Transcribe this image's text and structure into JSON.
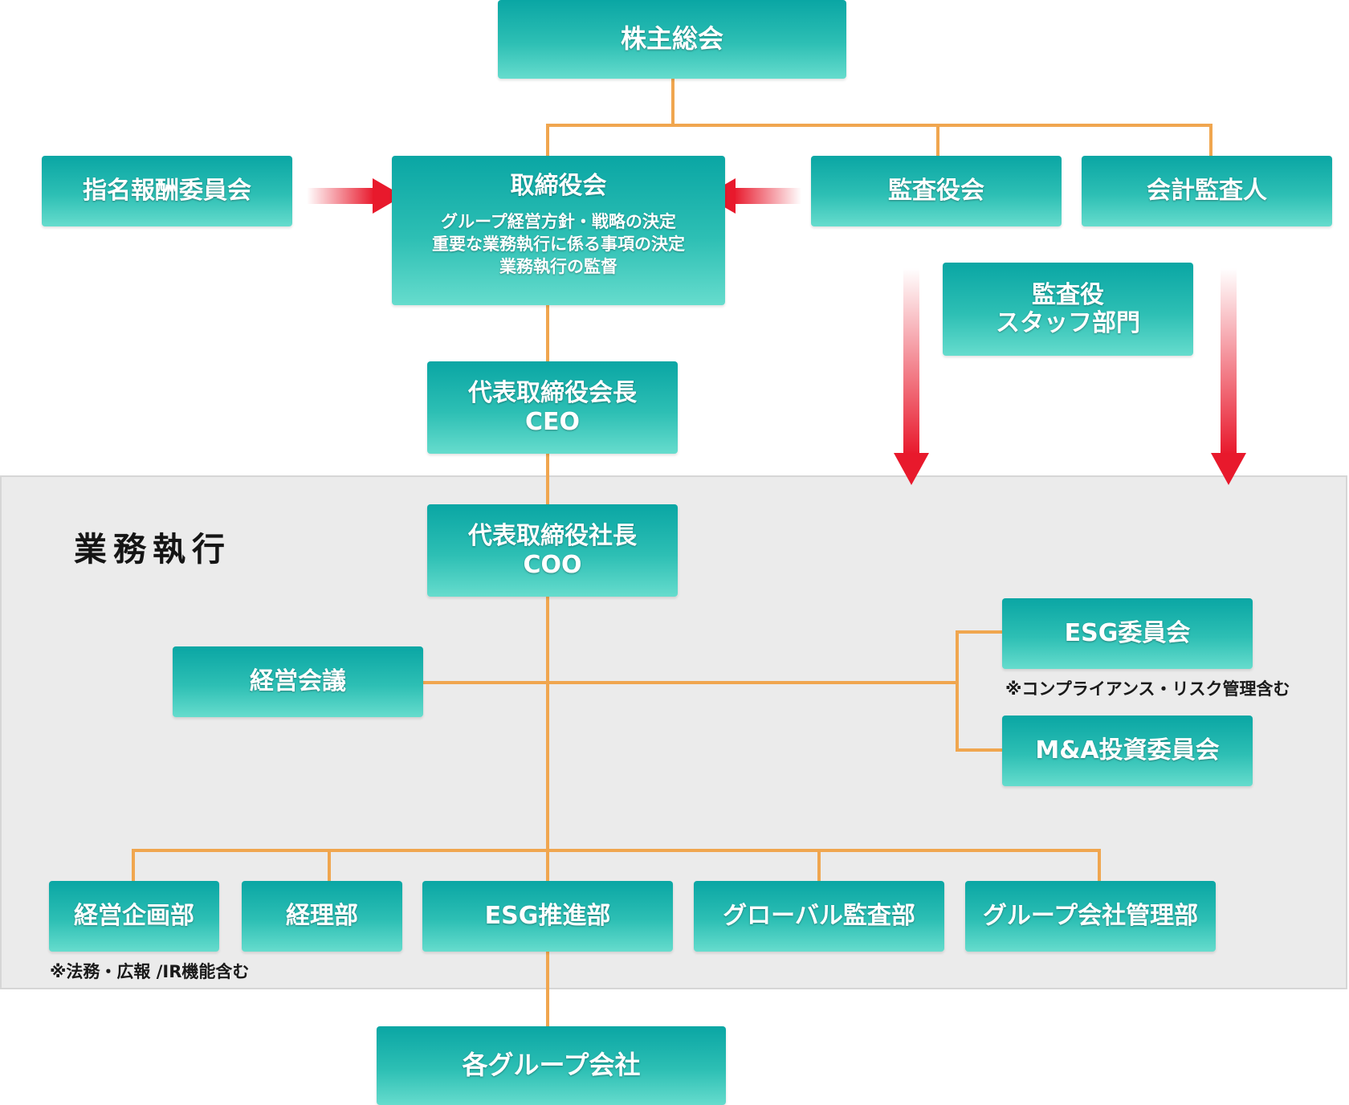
{
  "section_label": "業務執行",
  "nodes": {
    "shareholders": "株主総会",
    "nomination": "指名報酬委員会",
    "board": {
      "title": "取締役会",
      "duties": [
        "グループ経営方針・戦略の決定",
        "重要な業務執行に係る事項の決定",
        "業務執行の監督"
      ]
    },
    "auditors_board": "監査役会",
    "accounting_auditor": "会計監査人",
    "auditor_staff": [
      "監査役",
      "スタッフ部門"
    ],
    "chairman": [
      "代表取締役会長",
      "CEO"
    ],
    "president": [
      "代表取締役社長",
      "COO"
    ],
    "management_meeting": "経営会議",
    "esg_committee": "ESG委員会",
    "esg_committee_note": "※コンプライアンス・リスク管理含む",
    "ma_committee": "M&A投資委員会",
    "dept_planning": "経営企画部",
    "dept_planning_note": "※法務・広報 /IR機能含む",
    "dept_accounting": "経理部",
    "dept_esg": "ESG推進部",
    "dept_audit": "グローバル監査部",
    "dept_group": "グループ会社管理部",
    "group_companies": "各グループ会社"
  },
  "colors": {
    "box_top": "#0aa6a4",
    "box_bottom": "#66dccd",
    "connector": "#f0a64f",
    "arrow": "#e8192c",
    "panel": "#ebebeb"
  }
}
